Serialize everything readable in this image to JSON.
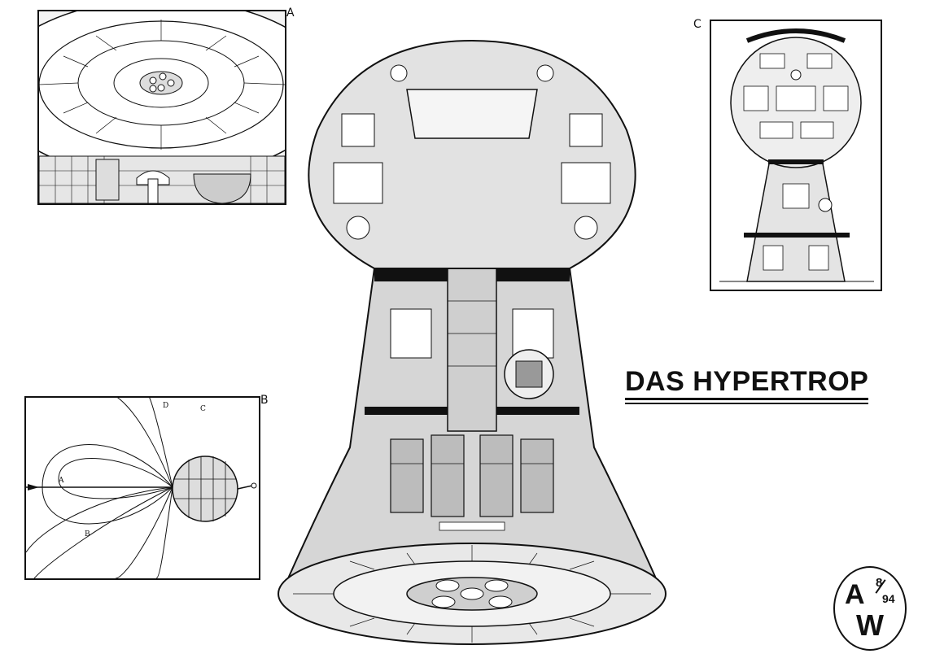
{
  "title": "DAS HYPERTROP",
  "panels": {
    "a": {
      "letter": "A"
    },
    "b": {
      "letter": "B",
      "curve_labels": {
        "a": "A",
        "b": "B",
        "c": "C",
        "d": "D"
      }
    },
    "c": {
      "letter": "C"
    }
  },
  "badge": {
    "top": "A",
    "issue": "8",
    "year": "94",
    "bottom": "W"
  },
  "colors": {
    "ink": "#111111",
    "paper": "#ffffff",
    "shade": "#bdbdbd"
  }
}
